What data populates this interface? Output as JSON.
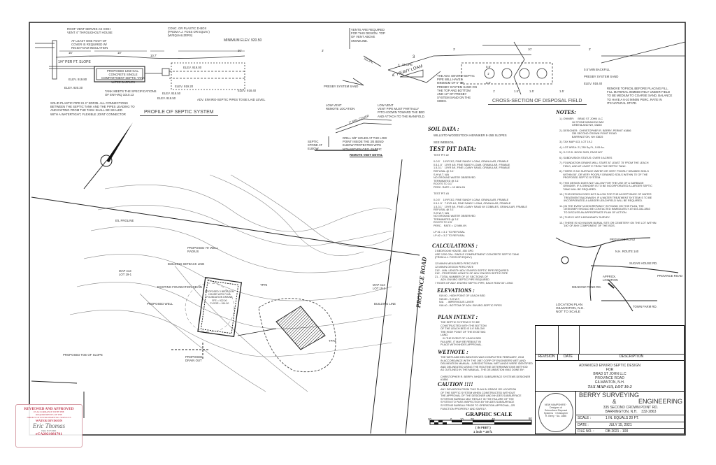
{
  "profile": {
    "title": "PROFILE OF SEPTIC SYSTEM",
    "roof_vent": "ROOF VENT SERVES AS HIGH\nVENT 4\" THROUGHOUT HOUSE",
    "cover": "AT LEAST ONE FOOT OF\nCOVER IS REQUIRED W/\nRIGID FOAM INSULATION",
    "slope": "1/4\" PER FT. SLOPE",
    "tank": "PROPOSED 1250 GAL.\nCONCRETE SINGLE\nCOMPARTMENT SEPTIC TANK\nW/TEE BAFFLES",
    "tank_note": "TANK MEETS THE SPECIFICATIONS\nOF ENV-WQ 1010.13",
    "dbox": "CONC. OR PLASTIC D-BOX\n(FROM A.J. FOSS OR EQUIV.)\n(W/EQUALIZERS)",
    "min_elev": "MINIMUM ELEV. 920.50",
    "dims": [
      "15'",
      "10'",
      "10.7'",
      "30'",
      "3'"
    ],
    "elevs": [
      "ELEV. 919.80",
      "ELEV. 920.20",
      "ELEV. 919.00",
      "ELEV. 919.20",
      "ELEV. 918.50",
      "ELEV. 919.50",
      "ELEV. 918.40"
    ],
    "pipes": "ADV. ENVIRO-SEPTIC PIPES TO BE LAID LEVEL",
    "pipe_note": "SOLID PLASTIC PIPE IS 4\" SDR35. ALL CONNECTIONS\nBETWEEN THE SEPTIC TANK AND THE PIPES LEADING TO\nAND EXITING FROM THE TANK SHALL BE SEALED\nWITH A WATERTIGHT, FLEXIBLE JOINT CONNECTOR",
    "vents": "VENTS ARE REQUIRED\nFOR THIS DESIGN. TOP\nOF VENT ABOVE\nSNOWLINE.",
    "slope_label": "SLOPE",
    "presby": "PRESBY SYSTEM SAND"
  },
  "cross_section": {
    "title": "CROSS-SECTION OF DISPOSAL FIELD",
    "loam": "4\" HEAVY LOAM",
    "slope": "SLOPE",
    "ratio": [
      "3",
      "1"
    ],
    "note": "THE ADV. ENVIRO-SEPTIC\nPIPE WILL HAVE A\nMINIMUM OF 6\" OF\nPRESBY SYSTEM SAND ON\nTHE TOP AND BOTTOM\nAND 12\" OF PRESBY\nSYSTEM SAND ON THE\nSIDES.",
    "backfill": "0.5' MIN BACKFILL",
    "sand": "PRESBY SYSTEM SAND",
    "elev": "ELEV. 918.40",
    "remove": "REMOVE TOPSOIL BEFORE PLACING FILL.\nFILL MATERIAL IMMEDIATELY UNDER FIELD\nTO BE MEDIUM TO COARSE SAND, BALANCE\nTO HAVE A 6-10 MIN/IN PERC. RATE IN\nITS NATURAL STATE.",
    "dims": [
      "3'",
      "10'",
      "3'",
      "0.5'",
      "1'",
      "0.5'",
      "1'",
      "1.5'",
      "1.5'",
      "1.5'"
    ]
  },
  "vent_detail": {
    "title": "REMOTE VENT DETAIL",
    "low_vent": "LOW VENT\nVENT PIPE MUST PARTIALLY\nPITCH DOWN TOWARD THE BED\nAND ATTACH TO THE MANIFOLD.",
    "cover": "2\" MIN. COVER",
    "holes": "DRILL 3/8\" HOLES AT THE LOW\nPOINT INSIDE THE 3/4 BEND\nELBOW PROTECTED WITH\nNON-WOVEN GEO. FABRIC",
    "stone": "SEPTIC\nSTONE AT\nELBOW",
    "remote": "LOW VENT\nREMOTE LOCATION"
  },
  "soil": {
    "title": "SOIL DATA :",
    "text": "WILLISTO-WOODSTOCK-HENNIKER 8-15B SLOPES\n\nSEE WEBSOIL"
  },
  "test_pit": {
    "title": "TEST PIT DATA:",
    "text": "TEST PIT #2\n\n0-0.5'    10YR 3/2, FINE SANDY LOAM, GRANULAR, FRIABLE\n0.5-1.5'   10YR 4/6, FINE SANDY LOAM, GRANULAR, FRIABLE\n1.5-3.1'   10YR 5/4, FINE LOAMY SAND, GRANULAR, FRIABLE\nREFUSAL @ 3.1'\nS.H.W.T. N/A\nNO GROUND WATER OBSERVED\nTERMINATED @ 3.1'\nROOTS TO 3.1'\nPERC. RATE = 12 MIN./IN\n\nTEST PIT #3\n\n0-0.5'    10YR 3/2, FINE SANDY LOAM, GRANULAR, FRIABLE\n0.5-1.5'   7.5YR 4/6, FINE SANDY LOAM, GRANULAR, FRIABLE\n1.5-3.1'   10YR 5/4, FINE LOAMY SAND W/ COBBLES, GRANULAR, FRIABLE\nREFUSAL @ 3.1'\nS.H.W.T. N/A\nNO GROUND WATER OBSERVED\nTERMINATED @ 3.1'\nROOTS TO 2.5'\nPERC.   RATE = 12 MIN./IN\n\nLP #1 = 3.1' TO REFUSAL\nLP #2 = 3.2' TO REFUSAL"
  },
  "calculations": {
    "title": "CALCULATIONS :",
    "text": "3 BEDROOM HOUSE, 450 GPD\nUSE 1250 GAL. SINGLE COMPARTMENT CONCRETE SEPTIC TANK\n(FROM A.J. FOSS OR EQUIV.)\n\n12 MIN/IN MEASURED PERC RATE\n12 MIN/IN DESIGN PERC RATE\n210' - MIN. LENGTH ADV. ENVIRO SEPTIC PIPE REQUIRED\n210' - PROPOSED LENGTH OF ADV. ENVIRO SEPTIC PIPE\n21 - TOTAL NUMBER OF 10' SECTIONS OF\n        ADV. ENVIRO SEPTIC PIPE REQUIRED\n7 ROWS OF ADV. ENVIRO SEPTIC PIPE, EACH ROW 30' LONG"
  },
  "elevations": {
    "title": "ELEVATIONS :",
    "text": "919.00 - HIGH POINT OF LEACH BED\n915.80 - S.H.W.T.\nN/A    - IMPERVIOUS LAYER\n918.40 - BOTTOM OF ADV. ENVIRO-SEPTIC PIPES"
  },
  "plan_intent": {
    "title": "PLAN INTENT :",
    "text": "THE SEPTIC SYSTEM IS TO BE\nCONSTRUCTED WITH THE BOTTOM\nOF THE LEACH BED IS 0.6' BELOW\nTHE HIGH POINT OF THE EXISTING\nLAND.\n   IN THE EVENT OF LEACH BED\nFAILURE, IT MAY BE REBUILT IN\nPLACE WITH NHDES APPROVAL."
  },
  "wetnote": {
    "title": "WETNOTE :",
    "text": "THE WETLAND DELINEATION WAS COMPLETED FEBRUARY, 2018\nIN ACCORDANCE WITH THE 1987 CORP OF ENGINEERS WETLAND\nDELINEATION MANUAL. JURISDICTIONAL WETLANDS WERE IDENTIFIED\nAND DELINEATED USING THE ROUTINE DETERMINATIONS METHOD\nAS OUTLINED IN THE MANUAL. THE DELINEATION WAS DONE BY:\n\nCHRISTOPHER R. BERRY, NHDES SUBSURFACE SYSTEMS DESIGNER\n#1886"
  },
  "caution": {
    "title": "CAUTION !!!!",
    "text": "ANY DEVIATION FROM THIS PLAN IN GRADE OR LOCATION\nOF THE SEPTIC SYSTEM WHEN CONSTRUCTED WITHOUT\nTHE APPROVAL OF THE DESIGNER AND NH-DES SUBSURFACE\nSYSTEMS BUREAU MAY RESULT IN THE FAILURE OF THE\nSYSTEM TO PASS INSPECTION BY NH-DES SUBSURFACE\nSYSTEMS BUREAU PRIOR TO OPERATION APPROVAL, OR\nFUNCTION PROPERLY AND SAFELY."
  },
  "graphic_scale": {
    "title": "GRAPHIC SCALE",
    "ticks": [
      "20",
      "0",
      "10",
      "20",
      "40",
      "80"
    ],
    "unit": "( IN FEET )",
    "ratio": "1 inch = 20 ft."
  },
  "notes": {
    "title": "NOTES:",
    "items": [
      "1.) OWNER:     BRAD ST JOHN LLC\n                 16 STONE MEADOW WAY\n                 GREENLAND NH, 03840",
      "2.) DESIGNER:  CHRISTOPHER R. BERRY, PERMIT #1886\n                 335 SECOND CROWN POINT ROAD\n                 BARRINGTON, NH 03825",
      "3.) TAX MAP 413, LOT 19-2",
      "4.) LOT AREA: 21,780 Sq.Ft., 5.05 Ac.",
      "5.) S.C.R.D. BOOK 3023, PAGE 807",
      "6.) SUBDIVISION STATUS: OVER 5 ACRES",
      "7.) FOUNDATION DRAINS WILL START AT LEAST 75' FROM THE LEACH\n     FIELD, AND AT LEAST 5' FROM THE SEPTIC TANK.",
      "8.) THERE IS NO SURFACE WATER OR VERY POORLY DRAINED SOILS\n     WITHIN 50', OR VERY POORLY DRAINED SOILS WITHIN 75' OF THE\n     PROPOSED SEPTIC SYSTEM.",
      "9.) THIS DESIGN DOES NOT ALLOW FOR THE USE OF A GARBAGE\n     GRINDER. IF A GRINDER IS TO BE INCORPORATED A LARGER SEPTIC\n     TANK WILL BE REQUIRED.",
      "10.) THIS DESIGN DOES NOT ALLOW FOR THE ACCEPTANCE OF WATER\n      TREATMENT BACKWASH. IF A WATER TREATMENT SYSTEM IS TO BE\n      INCORPORATED A LARGER LEACHFIELD WILL BE REQUIRED.",
      "11.) IN THE EVENT A DISCREPANCY IS FOUND ON THIS PLAN, THE\n      DESIGNER SHOULD BE CONTACTED IMMEDIATELY AT 603-332-2863\n      TO DISCUSS AN APPROPRIATE PLAN OF ACTION.",
      "12.) THIS IS NOT A BOUNDARY SURVEY.",
      "13.) THERE IS NO KNOWN BURIAL SITE OR CEMETERY ON THE LOT WITHIN\n      100' OF ANY COMPONENT OF THE ISDS."
    ]
  },
  "location_plan": {
    "roads": [
      "PROVINCE ROAD",
      "N.H. ROUTE 140",
      "SUGAR HOUSE RD.",
      "PROVINCE ROAD",
      "MEADOW POND RD.",
      "TOWN FARM RD."
    ],
    "site": "APPROX.\nLOCATION",
    "caption": "LOCATION PLAN\nGILMANTON, N.H.\nNOT TO SCALE"
  },
  "site_plan": {
    "road": "PROVINCE ROAD",
    "house": "PROPOSED 3 BEDROOM\nHOUSE WITH FULL\nFOUNDATION DRAINS\nFFE = 922.00\nFLOOR = 914.00",
    "labels": [
      "MAP 413\nLOT 19-1",
      "MAP 413\nLOT 19-3",
      "PROPOSED WELL",
      "EXISTING FOUNDATION DRAIN",
      "BUILDING SETBACK LINE",
      "PROPOSED\nDRAIN OUT",
      "TP#2",
      "TP#3",
      "BUILDING LINE",
      "E/L PROLINE",
      "PROPOSED TOE OF SLOPE",
      "PROPOSED 75' WELL\nRADIUS"
    ]
  },
  "title_block": {
    "revision_header": [
      "REVISION",
      "DATE",
      "DESCRIPTION"
    ],
    "project": "ADVANCED ENVIRO SEPTIC DESIGN\nFOR\nBRAD ST JOHN LLC\nPROVINCE ROAD\nGILMANTON, N.H.",
    "tax_map": "TAX MAP 413, LOT 19-2",
    "firm_line1": "BERRY   SURVEYING",
    "firm_amp": "&",
    "firm_line2": "ENGINEERING",
    "address": "335 SECOND CROWN POINT RD.\nBARRINGTON, N.H.    332-2863",
    "scale_label": "SCALE  :",
    "scale": "1 IN. EQUALS 20 FT.",
    "date_label": "DATE   :",
    "date": "JULY 15, 2021",
    "file_label": "FILE NO. :",
    "file": "DB 2021 - 100",
    "seal": "NEW HAMPSHIRE · Designer of Subsurface Disposal Systems · Christopher R. Berry · No. 1886"
  },
  "approval_stamp": {
    "line1": "REVIEWED AND APPROVED",
    "line2": "IN ACCORDANCE WITH THE\nREQUIREMENTS OF THE\nNHDEPT OF ENVIRONMENTAL SERVICES",
    "line3": "WATER DIVISION",
    "signature": "Eric Thomas",
    "date": "Date: 8/17/2021",
    "number": "eCA2021081701"
  }
}
